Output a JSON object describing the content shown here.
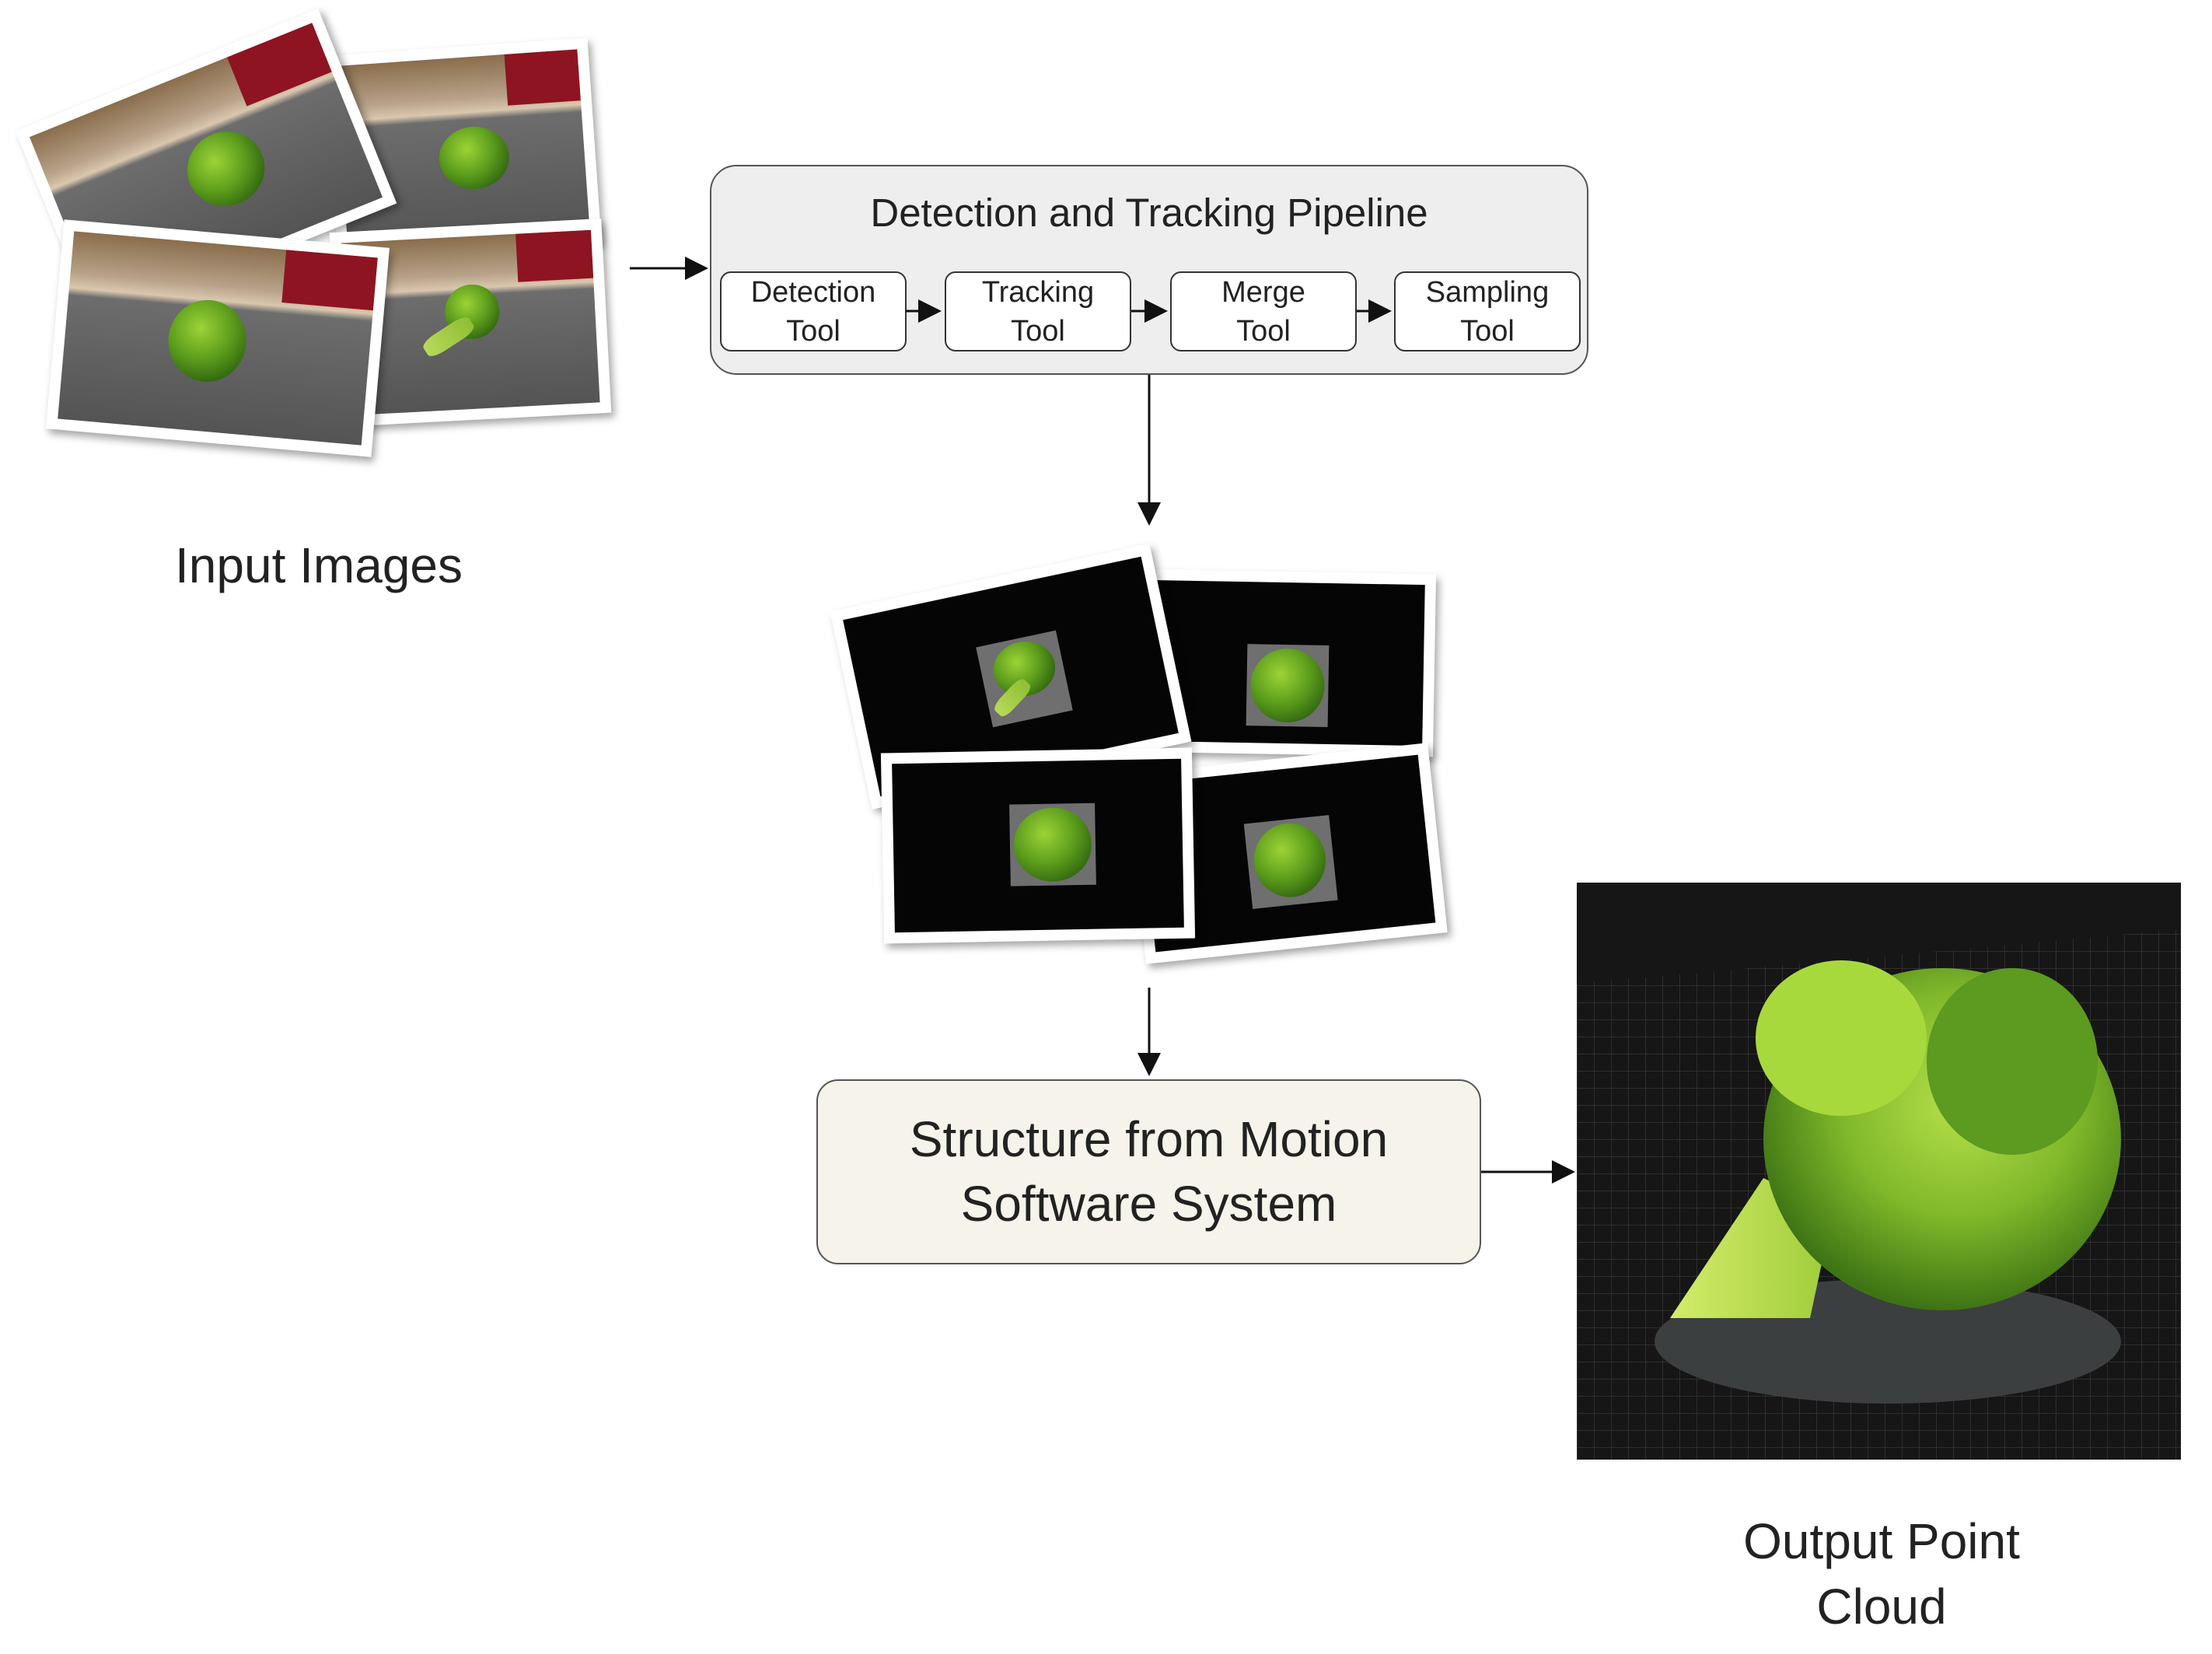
{
  "input_caption": "Input Images",
  "pipeline": {
    "title": "Detection and Tracking Pipeline",
    "tools": [
      "Detection\nTool",
      "Tracking\nTool",
      "Merge\nTool",
      "Sampling\nTool"
    ]
  },
  "sfm_label": "Structure from Motion\nSoftware System",
  "output_caption": "Output Point\nCloud"
}
